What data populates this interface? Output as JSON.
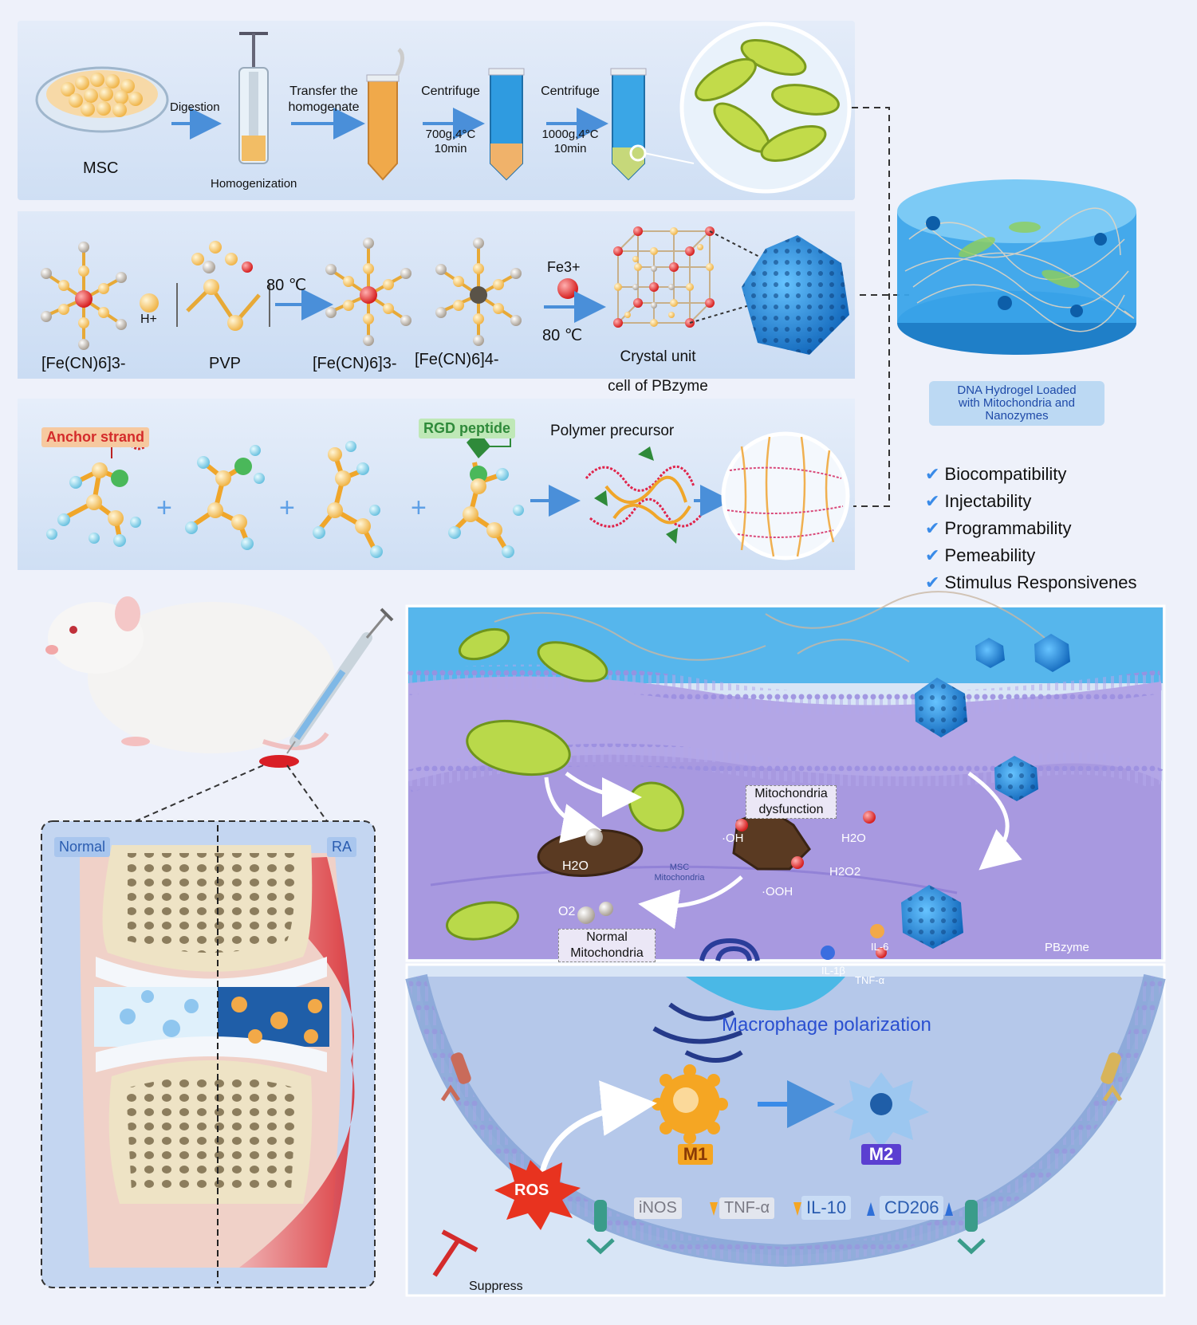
{
  "row1": {
    "msc": "MSC",
    "digestion": "Digestion",
    "homogenization": "Homogenization",
    "transfer_line1": "Transfer the",
    "transfer_line2": "homogenate",
    "centrifuge1": "Centrifuge",
    "centrifuge1_cond1": "700g,4°C",
    "centrifuge1_cond2": "10min",
    "centrifuge2": "Centrifuge",
    "centrifuge2_cond1": "1000g,4°C",
    "centrifuge2_cond2": "10min"
  },
  "row2": {
    "ferri1": "[Fe(CN)6]3-",
    "hplus": "H+",
    "pvp": "PVP",
    "temp1": "80 ℃",
    "ferri2": "[Fe(CN)6]3-",
    "ferro": "[Fe(CN)6]4-",
    "fe3": "Fe3+",
    "temp2": "80 ℃",
    "crystal_line1": "Crystal unit",
    "crystal_line2": "cell of PBzyme"
  },
  "row3": {
    "anchor": "Anchor strand",
    "rgd": "RGD peptide",
    "polymer": "Polymer precursor"
  },
  "hydrogel": {
    "label_line1": "DNA Hydrogel Loaded",
    "label_line2": "with Mitochondria and",
    "label_line3": "Nanozymes"
  },
  "properties": [
    "Biocompatibility",
    "Injectability",
    "Programmability",
    "Pemeability",
    "Stimulus Responsivenes"
  ],
  "joint": {
    "normal": "Normal",
    "ra": "RA"
  },
  "cell": {
    "dysfunction_line1": "Mitochondria",
    "dysfunction_line2": "dysfunction",
    "msc_mito_line1": "MSC",
    "msc_mito_line2": "Mitochondria",
    "normal_mito_line1": "Normal",
    "normal_mito_line2": "Mitochondria",
    "h2o_a": "H2O",
    "o2": "O2",
    "oh": "·OH",
    "h2o_b": "H2O",
    "h2o2": "H2O2",
    "ooh": "·OOH",
    "il6": "IL-6",
    "il1b": "IL-1β",
    "tnfa": "TNF-α",
    "pbzyme": "PBzyme"
  },
  "macrophage": {
    "title": "Macrophage polarization",
    "m1": "M1",
    "m2": "M2",
    "inos": "iNOS",
    "tnfa": "TNF-α",
    "il10": "IL-10",
    "cd206": "CD206",
    "ros": "ROS",
    "suppress": "Suppress"
  },
  "colors": {
    "panel_blue": "#cfe0f5",
    "hydrogel": "#2f9be0",
    "mito_green": "#a9d24a",
    "membrane": "#8d7fd0",
    "m1_orange": "#f5a623",
    "m2_purple": "#5b3fd1",
    "ros_red": "#e8331f",
    "anchor_red": "#d42b2b",
    "rgd_green": "#3aa84a"
  }
}
